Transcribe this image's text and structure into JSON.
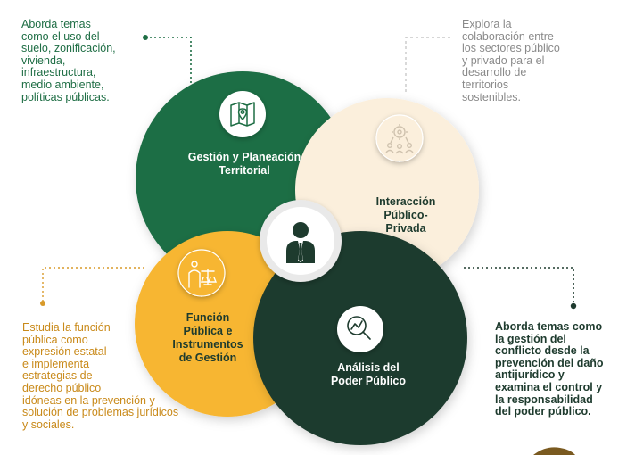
{
  "quadrants": {
    "gestion": {
      "title_lines": [
        "Gestión y Planeación",
        "Territorial"
      ],
      "desc_lines": [
        "Aborda temas",
        "como el uso del",
        "suelo, zonificación,",
        "vivienda,",
        "infraestructura,",
        "medio ambiente,",
        "políticas públicas."
      ],
      "icon": "map-icon"
    },
    "interaccion": {
      "title_lines": [
        "Interacción",
        "Público-",
        "Privada"
      ],
      "desc_lines": [
        "Explora la",
        "colaboración entre",
        "los sectores público",
        "y privado para el",
        "desarrollo de",
        "territorios",
        "sostenibles."
      ],
      "icon": "network-gear-icon"
    },
    "funcion": {
      "title_lines": [
        "Función",
        "Pública e",
        "Instrumentos",
        "de Gestión"
      ],
      "desc_lines": [
        "Estudia la función",
        "pública como",
        "expresión estatal",
        "e implementa",
        "estrategias de",
        "derecho público",
        "idóneas en la prevención y",
        "solución de problemas jurídicos",
        "y sociales."
      ],
      "icon": "justice-scale-icon"
    },
    "analisis": {
      "title_lines": [
        "Análisis del",
        "Poder Público"
      ],
      "desc_lines": [
        "Aborda temas como",
        "la gestión del",
        "conflicto desde la",
        "prevención del daño",
        "antijurídico y",
        "examina el control y",
        "la responsabilidad",
        "del poder público."
      ],
      "icon": "analysis-magnifier-icon"
    }
  },
  "center_icon": "person-icon",
  "colors": {
    "green": "#1f6e45",
    "beige": "#fbefdc",
    "yellow": "#f7b633",
    "dark_green": "#1e3b2e",
    "gray_text": "#8a8a8a",
    "orange_text": "#c98a1a"
  }
}
